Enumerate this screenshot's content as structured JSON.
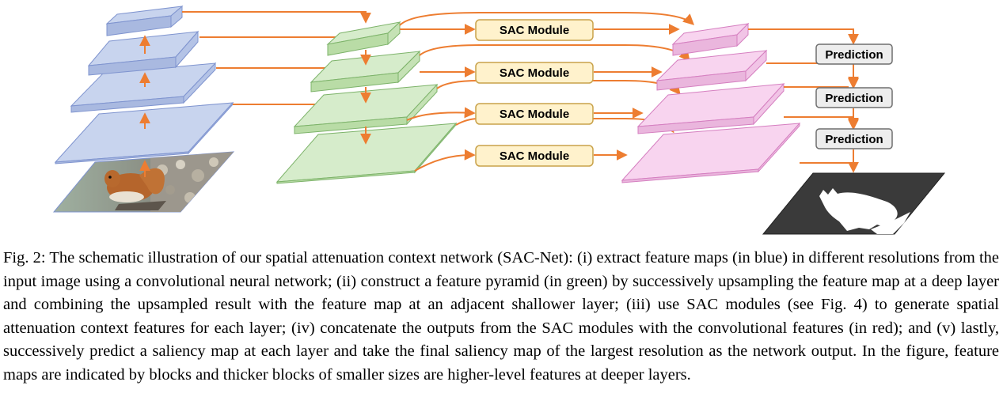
{
  "figure": {
    "sac_labels": [
      "SAC Module",
      "SAC Module",
      "SAC Module",
      "SAC Module"
    ],
    "prediction_labels": [
      "Prediction",
      "Prediction",
      "Prediction"
    ],
    "caption": "Fig. 2: The schematic illustration of our spatial attenuation context network (SAC-Net): (i) extract feature maps (in blue) in different resolutions from the input image using a convolutional neural network; (ii) construct a feature pyramid (in green) by successively upsampling the feature map at a deep layer and combining the upsampled result with the feature map at an adjacent shallower layer; (iii) use SAC modules (see Fig. 4) to generate spatial attenuation context features for each layer; (iv) concatenate the outputs from the SAC modules with the convolutional features (in red); and (v) lastly, successively predict a saliency map at each layer and take the final saliency map of the largest resolution as the network output. In the figure, feature maps are indicated by blocks and thicker blocks of smaller sizes are higher-level features at deeper layers."
  },
  "colors": {
    "blue_top": "#c8d4ee",
    "blue_side": "#a9b9e0",
    "blue_stroke": "#7f94cf",
    "green_top": "#d6eccb",
    "green_side": "#b9dca6",
    "green_stroke": "#7db36a",
    "pink_top": "#f8d4ef",
    "pink_side": "#eab6dd",
    "pink_stroke": "#d57fc0",
    "arrow": "#ed7d31",
    "sac_fill": "#fff2cc",
    "sac_stroke": "#c9a24a",
    "pred_fill": "#ededed",
    "pred_stroke": "#6f6f6f"
  }
}
